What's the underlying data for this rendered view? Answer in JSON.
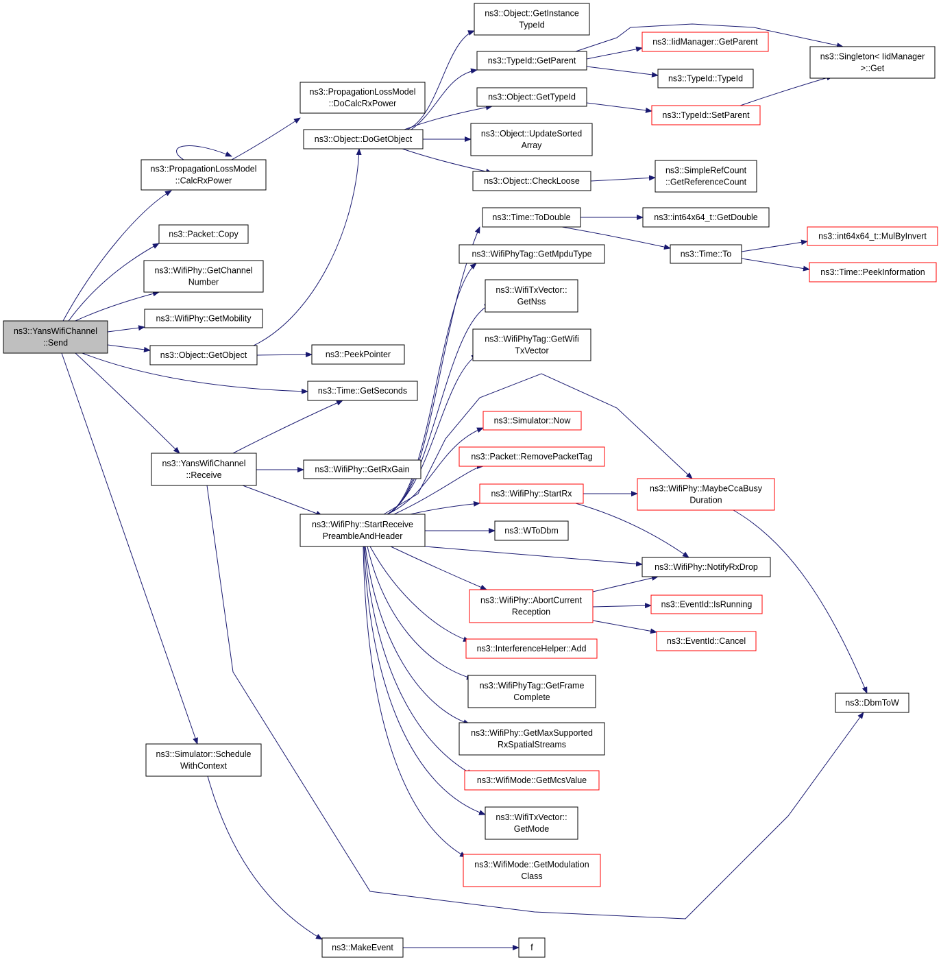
{
  "graph": {
    "nodes": [
      {
        "id": "send",
        "lines": [
          "ns3::YansWifiChannel",
          "::Send"
        ],
        "border": "black",
        "fill": "#bfbfbf"
      },
      {
        "id": "calcrx",
        "lines": [
          "ns3::PropagationLossModel",
          "::CalcRxPower"
        ],
        "border": "black"
      },
      {
        "id": "doCalc",
        "lines": [
          "ns3::PropagationLossModel",
          "::DoCalcRxPower"
        ],
        "border": "black"
      },
      {
        "id": "copy",
        "lines": [
          "ns3::Packet::Copy"
        ],
        "border": "black"
      },
      {
        "id": "getChan",
        "lines": [
          "ns3::WifiPhy::GetChannel",
          "Number"
        ],
        "border": "black"
      },
      {
        "id": "getMob",
        "lines": [
          "ns3::WifiPhy::GetMobility"
        ],
        "border": "black"
      },
      {
        "id": "getObj",
        "lines": [
          "ns3::Object::GetObject"
        ],
        "border": "black"
      },
      {
        "id": "peek",
        "lines": [
          "ns3::PeekPointer"
        ],
        "border": "black"
      },
      {
        "id": "getSec",
        "lines": [
          "ns3::Time::GetSeconds"
        ],
        "border": "black"
      },
      {
        "id": "receive",
        "lines": [
          "ns3::YansWifiChannel",
          "::Receive"
        ],
        "border": "black"
      },
      {
        "id": "rxGain",
        "lines": [
          "ns3::WifiPhy::GetRxGain"
        ],
        "border": "black"
      },
      {
        "id": "startRecv",
        "lines": [
          "ns3::WifiPhy::StartReceive",
          "PreambleAndHeader"
        ],
        "border": "black"
      },
      {
        "id": "sched",
        "lines": [
          "ns3::Simulator::Schedule",
          "WithContext"
        ],
        "border": "black"
      },
      {
        "id": "makeEvent",
        "lines": [
          "ns3::MakeEvent"
        ],
        "border": "black"
      },
      {
        "id": "f",
        "lines": [
          "f"
        ],
        "border": "black"
      },
      {
        "id": "doGetObj",
        "lines": [
          "ns3::Object::DoGetObject"
        ],
        "border": "black"
      },
      {
        "id": "getInst",
        "lines": [
          "ns3::Object::GetInstance",
          "TypeId"
        ],
        "border": "black"
      },
      {
        "id": "tidParent",
        "lines": [
          "ns3::TypeId::GetParent"
        ],
        "border": "black"
      },
      {
        "id": "objTid",
        "lines": [
          "ns3::Object::GetTypeId"
        ],
        "border": "black"
      },
      {
        "id": "updSorted",
        "lines": [
          "ns3::Object::UpdateSorted",
          "Array"
        ],
        "border": "black"
      },
      {
        "id": "checkLoose",
        "lines": [
          "ns3::Object::CheckLoose"
        ],
        "border": "black"
      },
      {
        "id": "iidParent",
        "lines": [
          "ns3::IidManager::GetParent"
        ],
        "border": "red"
      },
      {
        "id": "tidTid",
        "lines": [
          "ns3::TypeId::TypeId"
        ],
        "border": "black"
      },
      {
        "id": "setParent",
        "lines": [
          "ns3::TypeId::SetParent"
        ],
        "border": "red"
      },
      {
        "id": "singleton",
        "lines": [
          "ns3::Singleton< IidManager",
          "  >::Get"
        ],
        "border": "black"
      },
      {
        "id": "refCount",
        "lines": [
          "ns3::SimpleRefCount",
          "::GetReferenceCount"
        ],
        "border": "black"
      },
      {
        "id": "toDouble",
        "lines": [
          "ns3::Time::ToDouble"
        ],
        "border": "black"
      },
      {
        "id": "intGetDouble",
        "lines": [
          "ns3::int64x64_t::GetDouble"
        ],
        "border": "black"
      },
      {
        "id": "timeTo",
        "lines": [
          "ns3::Time::To"
        ],
        "border": "black"
      },
      {
        "id": "mulInv",
        "lines": [
          "ns3::int64x64_t::MulByInvert"
        ],
        "border": "red"
      },
      {
        "id": "peekInfo",
        "lines": [
          "ns3::Time::PeekInformation"
        ],
        "border": "red"
      },
      {
        "id": "mpdu",
        "lines": [
          "ns3::WifiPhyTag::GetMpduType"
        ],
        "border": "black"
      },
      {
        "id": "getNss",
        "lines": [
          "ns3::WifiTxVector::",
          "GetNss"
        ],
        "border": "black"
      },
      {
        "id": "getTxVec",
        "lines": [
          "ns3::WifiPhyTag::GetWifi",
          "TxVector"
        ],
        "border": "black"
      },
      {
        "id": "simNow",
        "lines": [
          "ns3::Simulator::Now"
        ],
        "border": "red"
      },
      {
        "id": "removeTag",
        "lines": [
          "ns3::Packet::RemovePacketTag"
        ],
        "border": "red"
      },
      {
        "id": "startRx",
        "lines": [
          "ns3::WifiPhy::StartRx"
        ],
        "border": "red"
      },
      {
        "id": "maybeCca",
        "lines": [
          "ns3::WifiPhy::MaybeCcaBusy",
          "Duration"
        ],
        "border": "red"
      },
      {
        "id": "wToDbm",
        "lines": [
          "ns3::WToDbm"
        ],
        "border": "black"
      },
      {
        "id": "notifyDrop",
        "lines": [
          "ns3::WifiPhy::NotifyRxDrop"
        ],
        "border": "black"
      },
      {
        "id": "abort",
        "lines": [
          "ns3::WifiPhy::AbortCurrent",
          "Reception"
        ],
        "border": "red"
      },
      {
        "id": "isRunning",
        "lines": [
          "ns3::EventId::IsRunning"
        ],
        "border": "red"
      },
      {
        "id": "cancel",
        "lines": [
          "ns3::EventId::Cancel"
        ],
        "border": "red"
      },
      {
        "id": "interfAdd",
        "lines": [
          "ns3::InterferenceHelper::Add"
        ],
        "border": "red"
      },
      {
        "id": "frameComplete",
        "lines": [
          "ns3::WifiPhyTag::GetFrame",
          "Complete"
        ],
        "border": "black"
      },
      {
        "id": "maxSpatial",
        "lines": [
          "ns3::WifiPhy::GetMaxSupported",
          "RxSpatialStreams"
        ],
        "border": "black"
      },
      {
        "id": "mcsValue",
        "lines": [
          "ns3::WifiMode::GetMcsValue"
        ],
        "border": "red"
      },
      {
        "id": "getMode",
        "lines": [
          "ns3::WifiTxVector::",
          "GetMode"
        ],
        "border": "black"
      },
      {
        "id": "modClass",
        "lines": [
          "ns3::WifiMode::GetModulation",
          "Class"
        ],
        "border": "red"
      },
      {
        "id": "dbmToW",
        "lines": [
          "ns3::DbmToW"
        ],
        "border": "black"
      }
    ]
  }
}
